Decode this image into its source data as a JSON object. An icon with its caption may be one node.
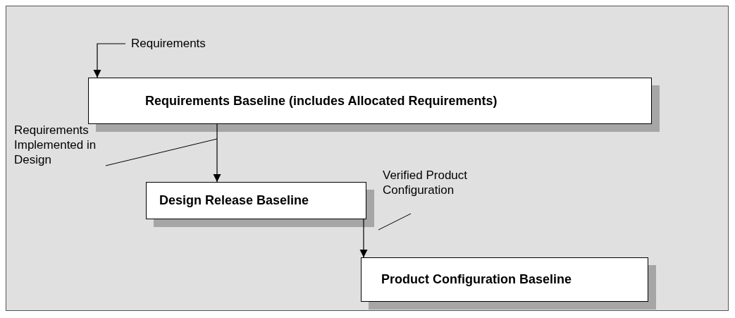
{
  "diagram": {
    "nodes": [
      {
        "text": [
          "Requirements"
        ]
      },
      {
        "text": [
          "Requirements Baseline (includes Allocated Requirements)"
        ]
      },
      {
        "text": [
          "Design Release Baseline"
        ]
      },
      {
        "text": [
          "Product Configuration Baseline"
        ]
      },
      {
        "text": [
          "Requirements Implemented in Design"
        ]
      },
      {
        "text": [
          "Verified Product Configuration"
        ]
      }
    ],
    "edges": [
      {
        "from": 0,
        "to": 1,
        "arrow": "to"
      },
      {
        "from": 1,
        "to": 2,
        "arrow": "to"
      },
      {
        "from": 2,
        "to": 3,
        "arrow": "to"
      },
      {
        "from": 4,
        "to": null,
        "arrow": "none"
      },
      {
        "from": 5,
        "to": null,
        "arrow": "none"
      }
    ]
  }
}
